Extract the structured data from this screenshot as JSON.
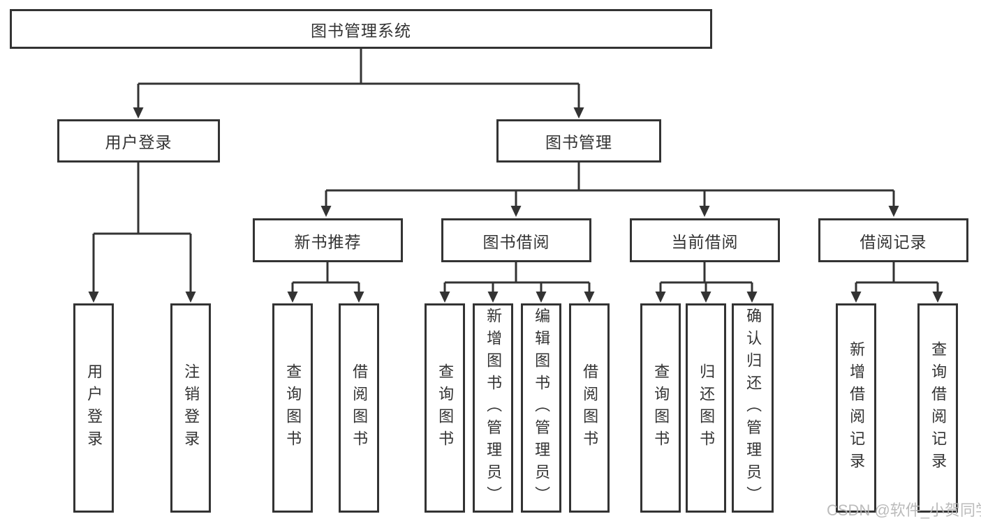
{
  "diagram": {
    "root": {
      "label": "图书管理系统"
    },
    "branches": [
      {
        "label": "用户登录",
        "children": [
          {
            "label": "用户登录"
          },
          {
            "label": "注销登录"
          }
        ]
      },
      {
        "label": "图书管理",
        "children": [
          {
            "label": "新书推荐",
            "children": [
              {
                "label": "查询图书"
              },
              {
                "label": "借阅图书"
              }
            ]
          },
          {
            "label": "图书借阅",
            "children": [
              {
                "label": "查询图书"
              },
              {
                "label": "新增图书（管理员）"
              },
              {
                "label": "编辑图书（管理员）"
              },
              {
                "label": "借阅图书"
              }
            ]
          },
          {
            "label": "当前借阅",
            "children": [
              {
                "label": "查询图书"
              },
              {
                "label": "归还图书"
              },
              {
                "label": "确认归还（管理员）"
              }
            ]
          },
          {
            "label": "借阅记录",
            "children": [
              {
                "label": "新增借阅记录"
              },
              {
                "label": "查询借阅记录"
              }
            ]
          }
        ]
      }
    ],
    "watermark": "CSDN @软件_小贺同学",
    "colors": {
      "line": "#333333",
      "box_border": "#333333",
      "text": "#333333",
      "watermark": "#b4b4b4",
      "background": "#ffffff"
    }
  }
}
